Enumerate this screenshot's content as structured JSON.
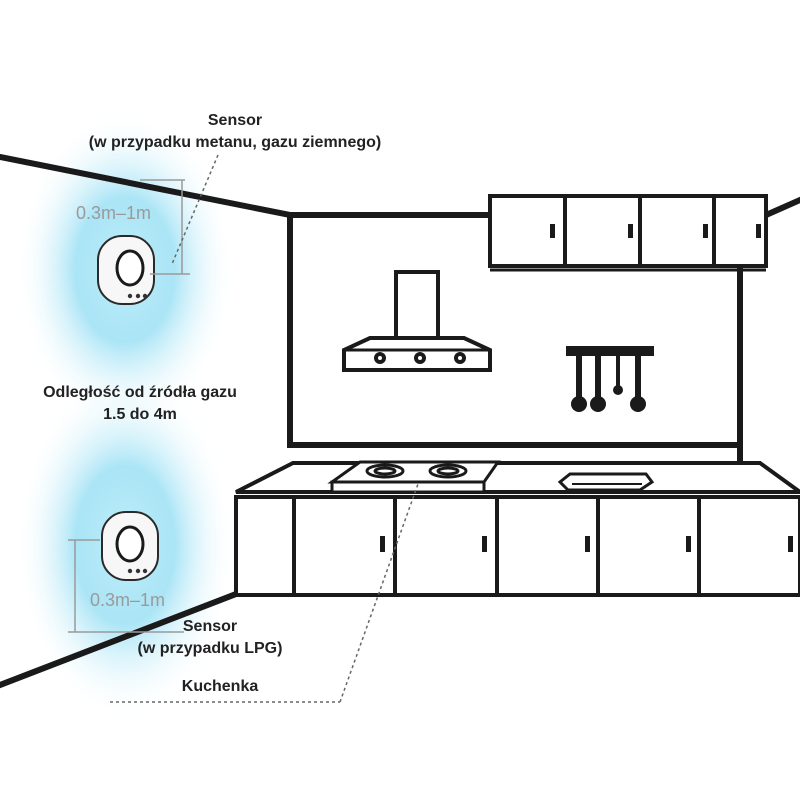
{
  "labels": {
    "sensor_top_title": "Sensor",
    "sensor_top_sub": "(w przypadku metanu, gazu ziemnego)",
    "distance_line1": "Odległość od źródła gazu",
    "distance_line2": "1.5 do 4m",
    "sensor_bottom_title": "Sensor",
    "sensor_bottom_sub": "(w przypadku LPG)",
    "stove": "Kuchenka",
    "dim_top": "0.3m–1m",
    "dim_bottom": "0.3m–1m"
  },
  "colors": {
    "glow": "#7fd6f0",
    "line": "#1a1a1a",
    "dim_text": "#9a9a9a",
    "text": "#222222"
  }
}
